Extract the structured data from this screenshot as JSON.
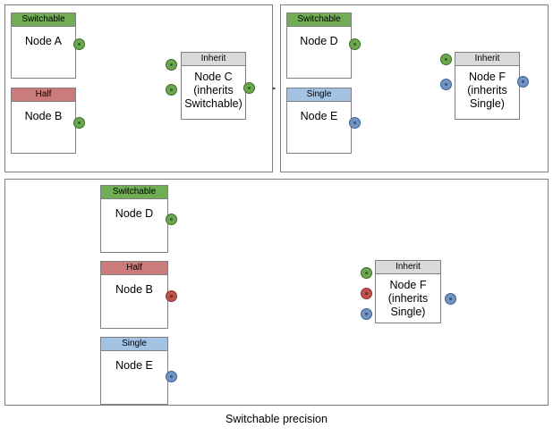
{
  "diagram": {
    "caption": "Switchable precision",
    "colors": {
      "switchable_green": "#6aa84f",
      "switchable_green_fill": "#70ad55",
      "half_red": "#c0504d",
      "half_red_fill": "#cc7b7c",
      "single_blue": "#7193c4",
      "single_blue_fill": "#a4c2e4",
      "inherit_gray": "#d9d9d9",
      "border_gray": "#808080",
      "edge_stroke": "#3f3f3f",
      "port_green": "#6aa84f",
      "port_green_border": "#3d6b2b",
      "port_red": "#c0504d",
      "port_red_border": "#8a3331",
      "port_blue": "#7193c4",
      "port_blue_border": "#40618f"
    },
    "panels": [
      {
        "id": "panel-top-left",
        "nodes": [
          {
            "id": "node-a",
            "header": "Switchable",
            "body": "Node A",
            "type": "switchable"
          },
          {
            "id": "node-b-top",
            "header": "Half",
            "body": "Node B",
            "type": "half"
          },
          {
            "id": "node-c",
            "header": "Inherit",
            "body": "Node C\n(inherits\nSwitchable)",
            "type": "inherit"
          }
        ],
        "ports": [
          {
            "id": "port-node-a-out",
            "color": "green"
          },
          {
            "id": "port-node-b-out",
            "color": "green"
          },
          {
            "id": "port-node-c-in-1",
            "color": "green"
          },
          {
            "id": "port-node-c-in-2",
            "color": "green"
          },
          {
            "id": "port-node-c-out",
            "color": "green"
          }
        ]
      },
      {
        "id": "panel-top-right",
        "nodes": [
          {
            "id": "node-d-top",
            "header": "Switchable",
            "body": "Node D",
            "type": "switchable"
          },
          {
            "id": "node-e-top",
            "header": "Single",
            "body": "Node E",
            "type": "single"
          },
          {
            "id": "node-f-top",
            "header": "Inherit",
            "body": "Node F\n(inherits\nSingle)",
            "type": "inherit"
          }
        ],
        "ports": [
          {
            "id": "port-node-d-out",
            "color": "green"
          },
          {
            "id": "port-node-e-out",
            "color": "blue"
          },
          {
            "id": "port-node-f-in-1",
            "color": "green"
          },
          {
            "id": "port-node-f-in-2",
            "color": "blue"
          },
          {
            "id": "port-node-f-out",
            "color": "blue"
          }
        ]
      },
      {
        "id": "panel-bottom",
        "nodes": [
          {
            "id": "node-d-bottom",
            "header": "Switchable",
            "body": "Node D",
            "type": "switchable"
          },
          {
            "id": "node-b-bottom",
            "header": "Half",
            "body": "Node B",
            "type": "half"
          },
          {
            "id": "node-e-bottom",
            "header": "Single",
            "body": "Node E",
            "type": "single"
          },
          {
            "id": "node-f-bottom",
            "header": "Inherit",
            "body": "Node F\n(inherits\nSingle)",
            "type": "inherit"
          }
        ],
        "ports": [
          {
            "id": "port-bottom-d-out",
            "color": "green"
          },
          {
            "id": "port-bottom-b-out",
            "color": "red"
          },
          {
            "id": "port-bottom-e-out",
            "color": "blue"
          },
          {
            "id": "port-bottom-f-in-1",
            "color": "green"
          },
          {
            "id": "port-bottom-f-in-2",
            "color": "red"
          },
          {
            "id": "port-bottom-f-in-3",
            "color": "blue"
          },
          {
            "id": "port-bottom-f-out",
            "color": "blue"
          }
        ]
      }
    ]
  }
}
